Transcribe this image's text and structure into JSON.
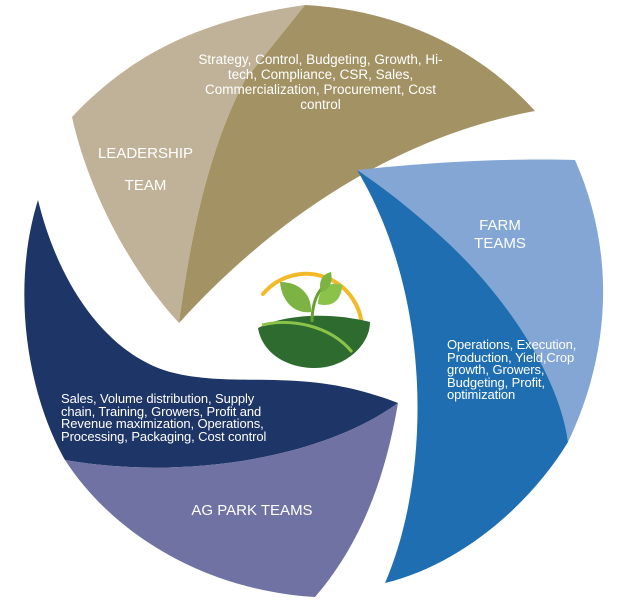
{
  "segments": {
    "leadership": {
      "title_line1": "LEADERSHIP",
      "title_line2": "TEAM",
      "description": "Strategy, Control, Budgeting, Growth, Hi-tech, Compliance, CSR, Sales, Commercialization, Procurement, Cost control",
      "color_dark": "#a39264",
      "color_light": "#c0b298"
    },
    "farm": {
      "title_line1": "FARM",
      "title_line2": "TEAMS",
      "description": "Operations, Execution, Production, Yield,Crop growth, Growers, Budgeting, Profit, optimization",
      "color_dark": "#1f6eb1",
      "color_light": "#83a6d4"
    },
    "ag_park": {
      "title": "AG PARK TEAMS",
      "description": "Sales, Volume distribution, Supply chain, Training, Growers, Profit and Revenue maximization, Operations, Processing, Packaging, Cost control",
      "color_dark": "#1e3567",
      "color_light": "#6f72a2"
    }
  },
  "logo": {
    "icon": "sprout-leaves-icon",
    "leaf_color": "#7cb342",
    "ground_color": "#2e6b2e",
    "arc_color": "#f2b928"
  }
}
